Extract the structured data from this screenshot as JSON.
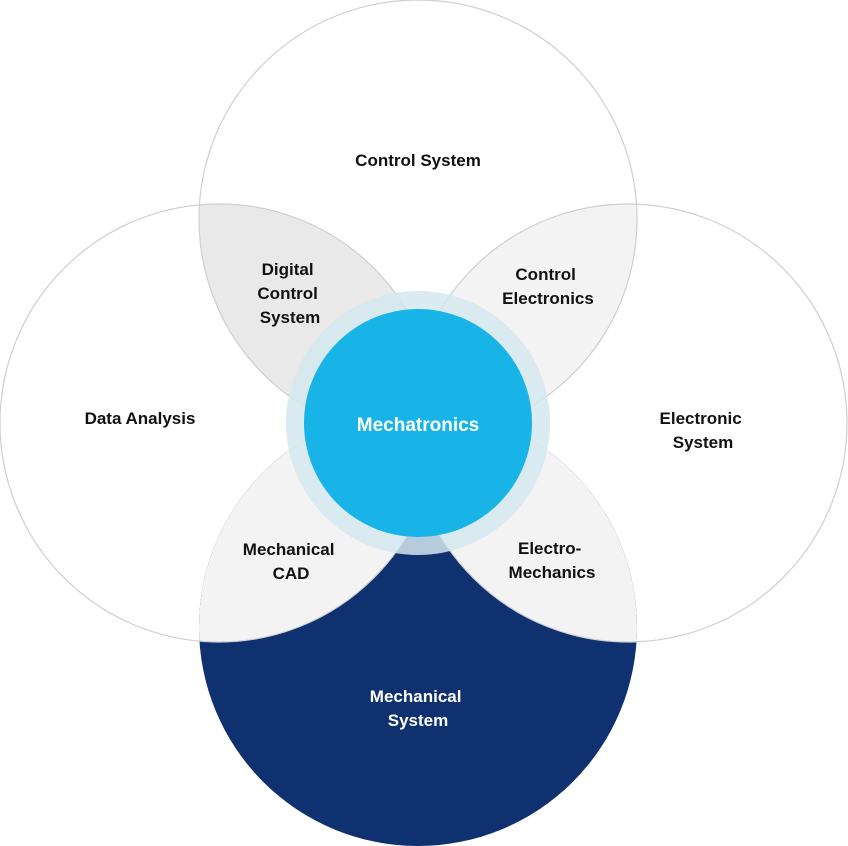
{
  "diagram": {
    "center": {
      "label": "Mechatronics"
    },
    "circles": {
      "top": {
        "label": "Control System"
      },
      "left": {
        "label": "Data Analysis"
      },
      "right": {
        "line1": "Electronic",
        "line2": "System"
      },
      "bottom": {
        "line1": "Mechanical",
        "line2": "System"
      }
    },
    "overlaps": {
      "top_left": {
        "line1": "Digital",
        "line2": "Control",
        "line3": "System"
      },
      "top_right": {
        "line1": "Control",
        "line2": "Electronics"
      },
      "bottom_left": {
        "line1": "Mechanical",
        "line2": "CAD"
      },
      "bottom_right": {
        "line1": "Electro-",
        "line2": "Mechanics"
      }
    },
    "colors": {
      "center_fill": "#18b4e8",
      "center_halo": "#d4e8ef",
      "bottom_fill": "#0f3170",
      "overlap_fill": "#f3f3f3",
      "overlap_fill_dark": "#e9e9e9",
      "outline": "#cfcfcf"
    }
  }
}
